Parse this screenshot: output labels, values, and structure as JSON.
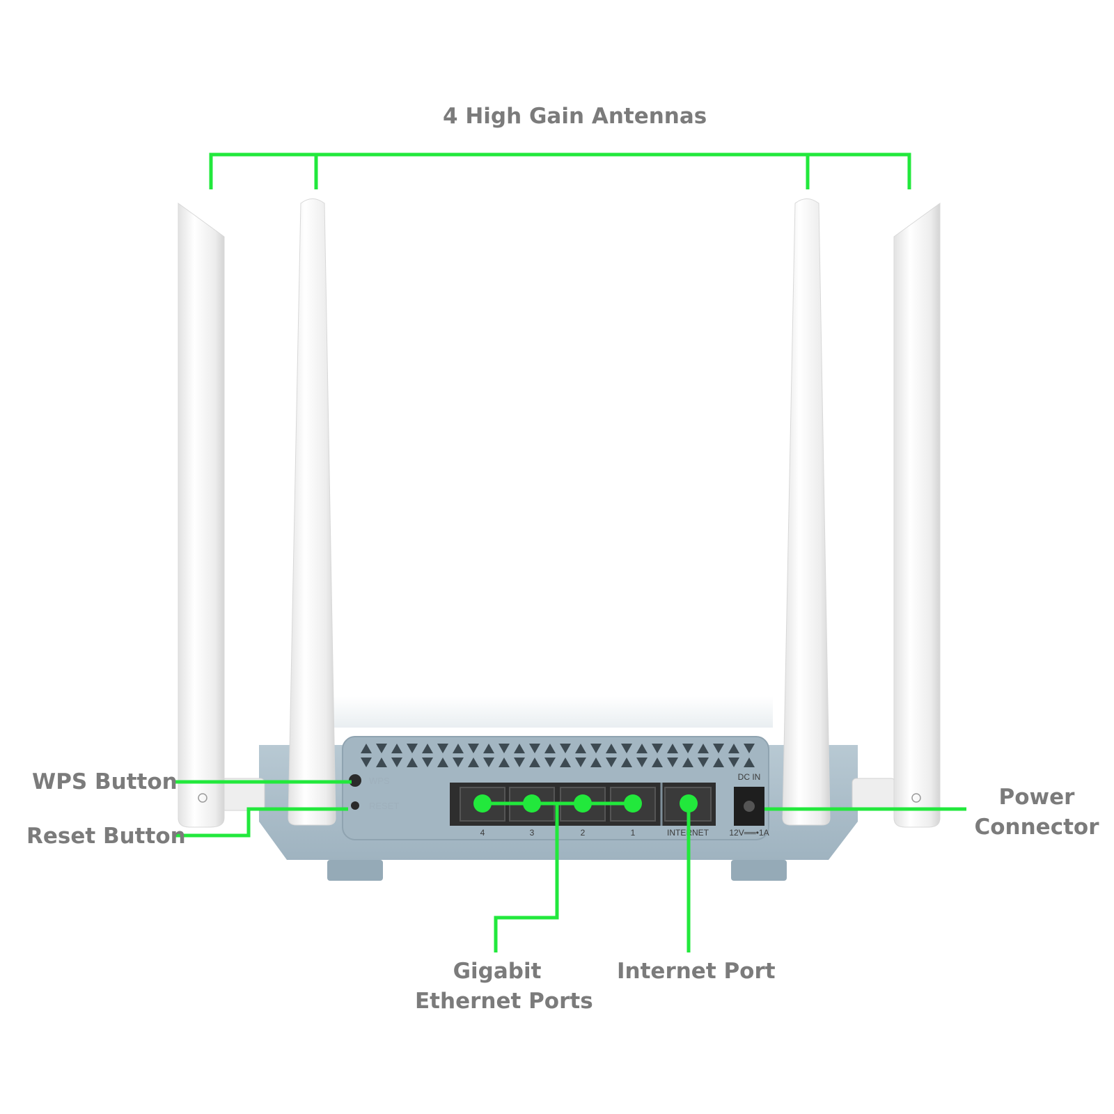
{
  "callouts": {
    "antennas": "4 High Gain Antennas",
    "wps": "WPS Button",
    "reset": "Reset Button",
    "power_line1": "Power",
    "power_line2": "Connector",
    "gigabit_line1": "Gigabit",
    "gigabit_line2": "Ethernet Ports",
    "internet": "Internet Port"
  },
  "router_labels": {
    "wps": "WPS",
    "reset": "RESET",
    "dc_in": "DC IN",
    "power_rating": "12V══•1A",
    "internet": "INTERNET",
    "lan_ports": [
      "4",
      "3",
      "2",
      "1"
    ]
  },
  "colors": {
    "callout_line": "#22e83c",
    "callout_text": "#7b7b7b",
    "router_body": "#a9bcc8",
    "antenna": "#f4f4f4"
  }
}
